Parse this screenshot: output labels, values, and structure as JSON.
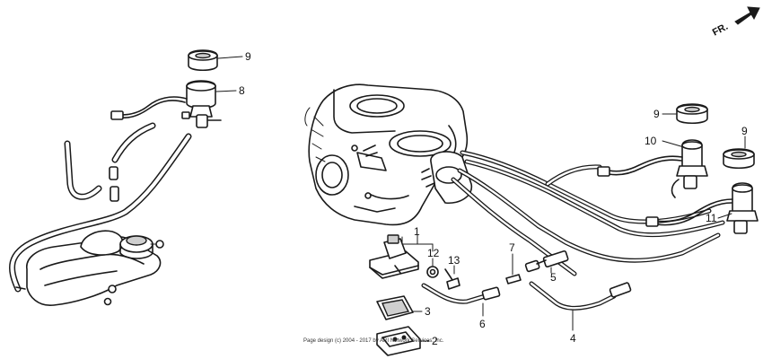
{
  "direction": {
    "label": "FR."
  },
  "callouts": {
    "c1": "1",
    "c2": "2",
    "c3": "3",
    "c4": "4",
    "c5": "5",
    "c6": "6",
    "c7": "7",
    "c8": "8",
    "c9a": "9",
    "c9b": "9",
    "c9c": "9",
    "c10": "10",
    "c11": "11",
    "c12": "12",
    "c13": "13"
  },
  "copyright": "Page design (c) 2004 - 2017 by ARI Network Services, Inc."
}
